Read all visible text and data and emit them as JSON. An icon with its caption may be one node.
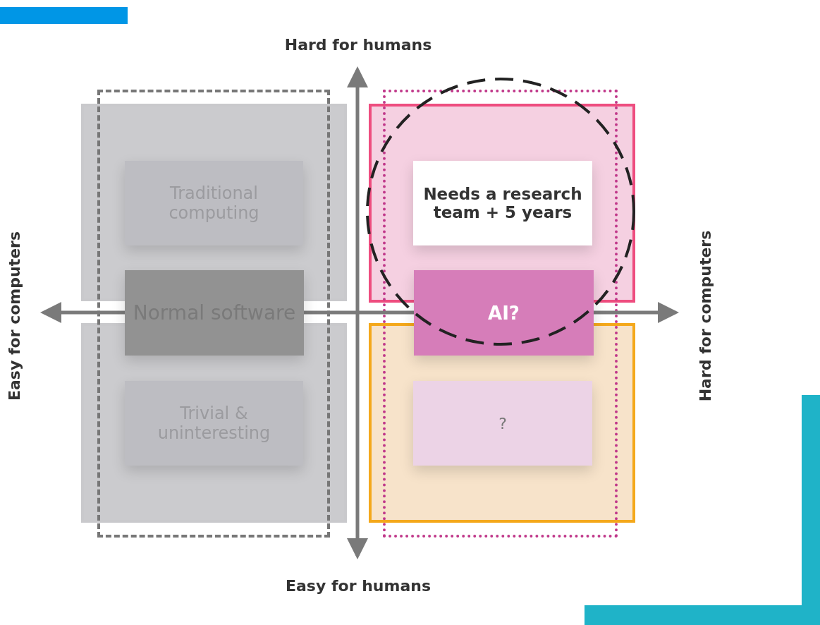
{
  "diagram": {
    "nodes": [
      {
        "text": [
          "Traditional computing"
        ]
      },
      {
        "text": [
          "Normal software"
        ]
      },
      {
        "text": [
          "Trivial & uninteresting"
        ]
      },
      {
        "text": [
          "Needs a research team + 5 years"
        ]
      },
      {
        "text": [
          "AI?"
        ]
      },
      {
        "text": [
          "?"
        ]
      }
    ],
    "labels": [
      "Hard for humans",
      "Easy for computers",
      "Hard for computers",
      "Easy for humans"
    ]
  }
}
